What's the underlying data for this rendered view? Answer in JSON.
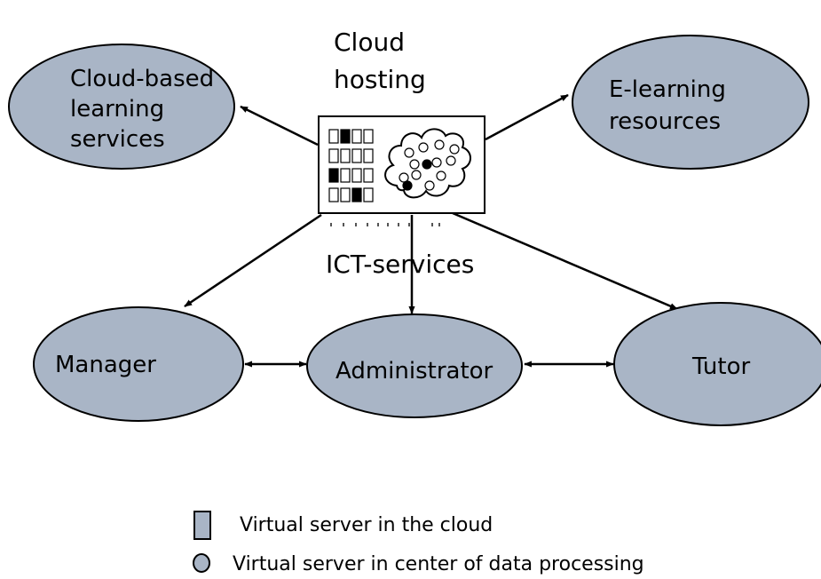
{
  "colors": {
    "node_fill": "#a9b5c6",
    "stroke": "#000000",
    "filled_dot": "#000000",
    "empty_dot": "#ffffff"
  },
  "nodes": {
    "cloud_services": [
      "Cloud-based",
      "learning",
      "services"
    ],
    "elearning": [
      "E-learning",
      "resources"
    ],
    "manager": [
      "Manager"
    ],
    "administrator": [
      "Administrator"
    ],
    "tutor": [
      "Tutor"
    ]
  },
  "labels": {
    "cloud_hosting": [
      "Cloud",
      "hosting"
    ],
    "ict_services": "ICT-services"
  },
  "legend": {
    "rect_text": "Virtual server in the cloud",
    "circle_text": "Virtual server in center of data processing"
  },
  "server_grid": [
    [
      0,
      1,
      0,
      0
    ],
    [
      0,
      0,
      0,
      0
    ],
    [
      1,
      0,
      0,
      0
    ],
    [
      0,
      0,
      1,
      0
    ]
  ],
  "cloud_dots": [
    0,
    0,
    0,
    0,
    0,
    1,
    0,
    0,
    0,
    0,
    1,
    0,
    0
  ]
}
